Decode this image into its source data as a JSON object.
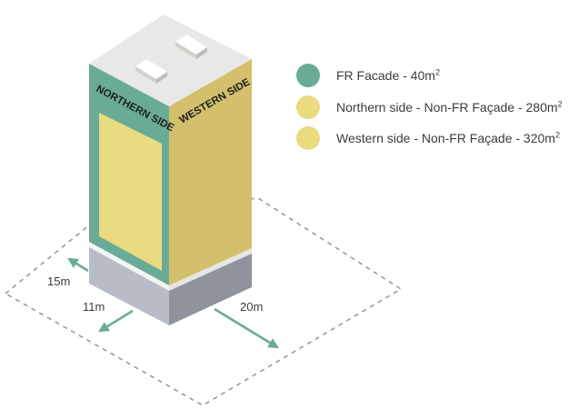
{
  "building": {
    "northern_label": "NORTHERN SIDE",
    "western_label": "WESTERN SIDE"
  },
  "dimensions": {
    "width_15": "15m",
    "width_11": "11m",
    "length_20": "20m"
  },
  "legend": [
    {
      "label": "FR Facade - 40m",
      "sup": "2",
      "color": "#6aab98"
    },
    {
      "label": "Northern side - Non-FR Façade - 280m",
      "sup": "2",
      "color": "#eada80"
    },
    {
      "label": "Western side - Non-FR Façade - 320m",
      "sup": "2",
      "color": "#eada80"
    }
  ],
  "colors": {
    "fr_green": "#6aab98",
    "panel_yellow": "#eada80",
    "western_face": "#d4c06c",
    "roof": "#e8e8e6",
    "base_left": "#b7bcc7",
    "base_right": "#8f939e",
    "arrow": "#6aab98",
    "dashed": "#9a9a9a"
  }
}
